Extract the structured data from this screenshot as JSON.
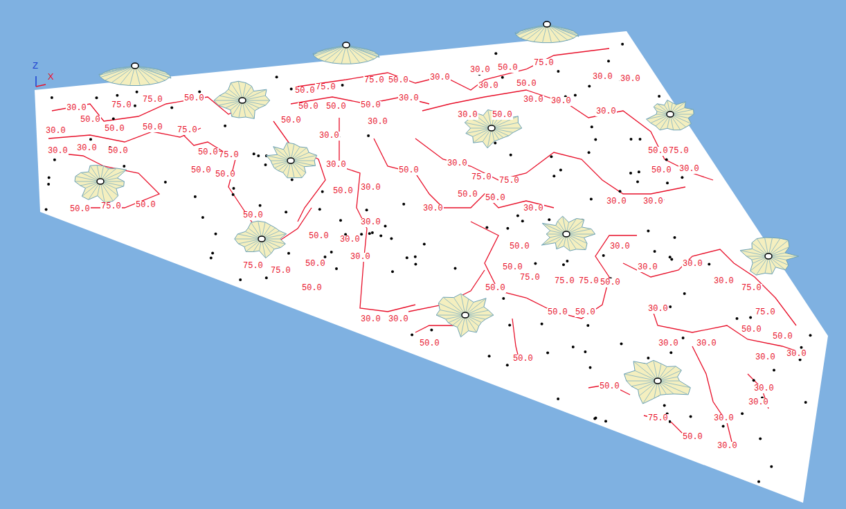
{
  "diagram": {
    "labels": [
      "Z",
      "X",
      "30.0",
      "50.0",
      "75.0",
      "75.0",
      "50.0",
      "30.0",
      "50.0",
      "50.0",
      "30.0",
      "30.0",
      "50.0",
      "75.0",
      "50.0",
      "75.0",
      "75.0",
      "50.0",
      "30.0",
      "50.0",
      "50.0",
      "50.0",
      "30.0",
      "30.0",
      "50.0",
      "75.0",
      "50.0",
      "50.0",
      "50.0",
      "30.0",
      "30.0",
      "50.0",
      "30.0",
      "50.0",
      "30.0",
      "50.0",
      "30.0",
      "50.0",
      "50.0",
      "30.0",
      "30.0",
      "50.0",
      "75.0",
      "30.0",
      "30.0",
      "30.0",
      "50.0",
      "30.0",
      "30.0",
      "30.0",
      "50.0",
      "30.0",
      "50.0",
      "75.0",
      "50.0",
      "30.0",
      "30.0",
      "30.0",
      "75.0",
      "75.0",
      "50.0",
      "30.0",
      "50.0",
      "50.0",
      "30.0",
      "30.0",
      "30.0",
      "30.0",
      "30.0",
      "50.0",
      "50.0",
      "75.0",
      "75.0",
      "75.0",
      "50.0",
      "50.0",
      "50.0",
      "50.0",
      "30.0",
      "30.0",
      "75.0",
      "75.0",
      "50.0",
      "50.0",
      "30.0",
      "30.0",
      "30.0",
      "30.0",
      "30.0",
      "30.0",
      "50.0",
      "50.0",
      "50.0",
      "75.0",
      "50.0",
      "30.0",
      "30.0",
      "30.0",
      "30.0",
      "50.0",
      "75.0",
      "50.0",
      "75.0",
      "75.0"
    ]
  }
}
